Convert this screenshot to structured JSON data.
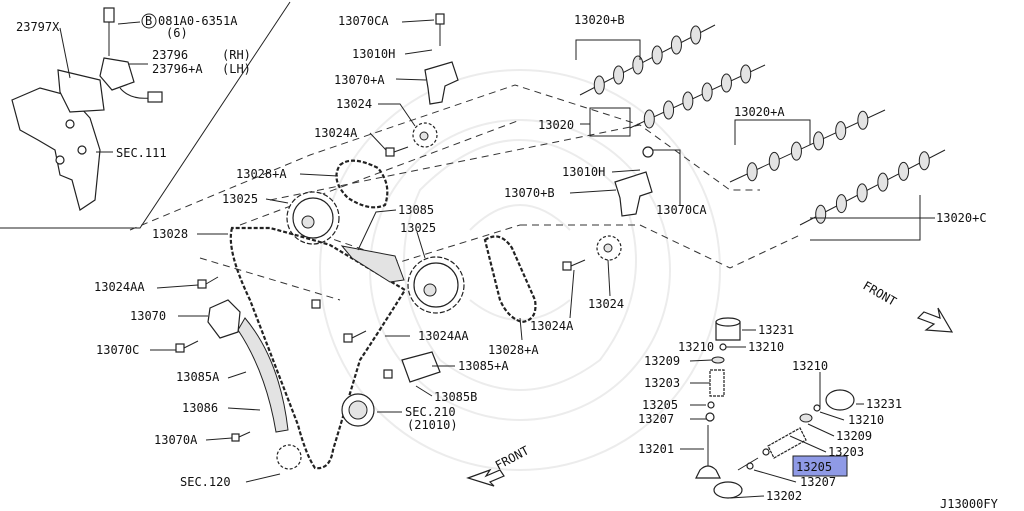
{
  "diagram_id": "J13000FY",
  "highlight_color": "#8f9ae6",
  "labels": {
    "p23797x": "23797X",
    "bolt_code": "081A0-6351A",
    "bolt_circle": "B",
    "bolt_qty": "(6)",
    "p23796": "23796",
    "rh": "(RH)",
    "p23796a": "23796+A",
    "lh": "(LH)",
    "sec111": "SEC.111",
    "p13070ca_top": "13070CA",
    "p13010h_top": "13010H",
    "p13070a": "13070+A",
    "p13024_top": "13024",
    "p13024a_top": "13024A",
    "p13028a_left": "13028+A",
    "p13025_left": "13025",
    "p13085": "13085",
    "p13025_mid": "13025",
    "p13028": "13028",
    "p13024aa_left": "13024AA",
    "p13070": "13070",
    "p13070c": "13070C",
    "p13085a": "13085A",
    "p13086": "13086",
    "p13070a_low": "13070A",
    "sec120": "SEC.120",
    "p13024aa_mid": "13024AA",
    "p13085b_plus": "13085+A",
    "p13085b": "13085B",
    "sec210": "SEC.210",
    "sec210_sub": "(21010)",
    "p13028a_mid": "13028+A",
    "p13024a_mid": "13024A",
    "p13024_mid": "13024",
    "p13020b": "13020+B",
    "p13020": "13020",
    "p13010h_mid": "13010H",
    "p13070b": "13070+B",
    "p13070ca_mid": "13070CA",
    "p13020a": "13020+A",
    "p13020c": "13020+C",
    "front_right": "FRONT",
    "front_left": "FRONT",
    "v13231": "13231",
    "v13210a": "13210",
    "v13210b": "13210",
    "v13209": "13209",
    "v13203": "13203",
    "v13205": "13205",
    "v13207": "13207",
    "v13201": "13201",
    "r13210a": "13210",
    "r13231": "13231",
    "r13210b": "13210",
    "r13209": "13209",
    "r13203": "13203",
    "r13205": "13205",
    "r13207": "13207",
    "r13202": "13202"
  }
}
